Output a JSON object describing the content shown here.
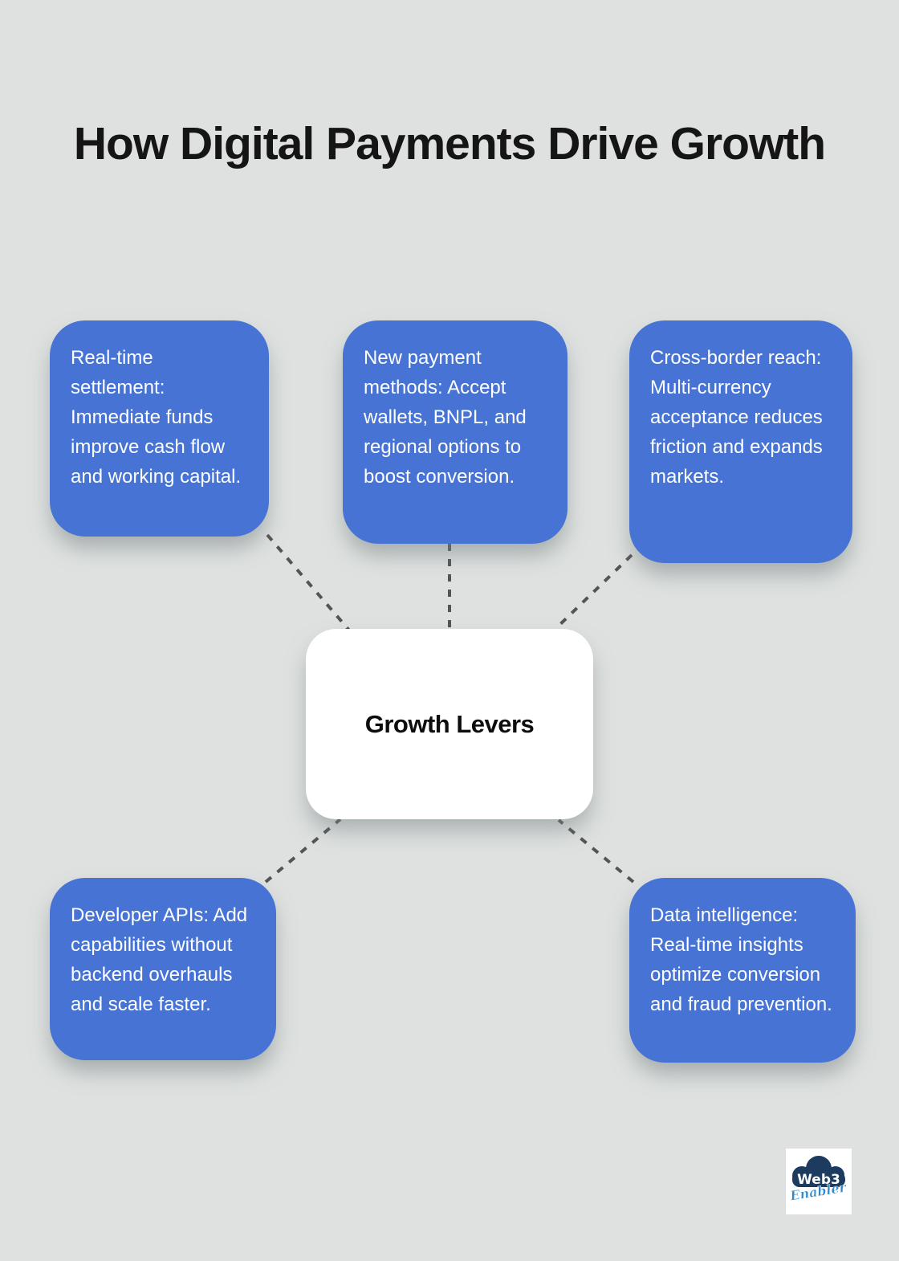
{
  "title": "How Digital Payments Drive Growth",
  "center": {
    "label": "Growth Levers"
  },
  "nodes": [
    {
      "id": "real-time-settlement",
      "text": "Real-time settlement: Immediate funds improve cash flow and working capital."
    },
    {
      "id": "new-payment-methods",
      "text": "New payment methods: Accept wallets, BNPL, and regional options to boost conversion."
    },
    {
      "id": "cross-border-reach",
      "text": "Cross-border reach: Multi-currency acceptance reduces friction and expands markets."
    },
    {
      "id": "developer-apis",
      "text": "Developer APIs: Add capabilities without backend overhauls and scale faster."
    },
    {
      "id": "data-intelligence",
      "text": "Data intelligence: Real-time insights optimize conversion and fraud prevention."
    }
  ],
  "logo": {
    "line1": "Web3",
    "line2": "Enabler"
  },
  "colors": {
    "background": "#dee1e0",
    "node_blue": "#4673d4",
    "node_text": "#ffffff",
    "center_bg": "#ffffff",
    "center_text": "#0d0d0d",
    "title_text": "#151515",
    "connector": "#545454",
    "logo_navy": "#1d3a5f",
    "logo_script_blue": "#2f88cc"
  }
}
